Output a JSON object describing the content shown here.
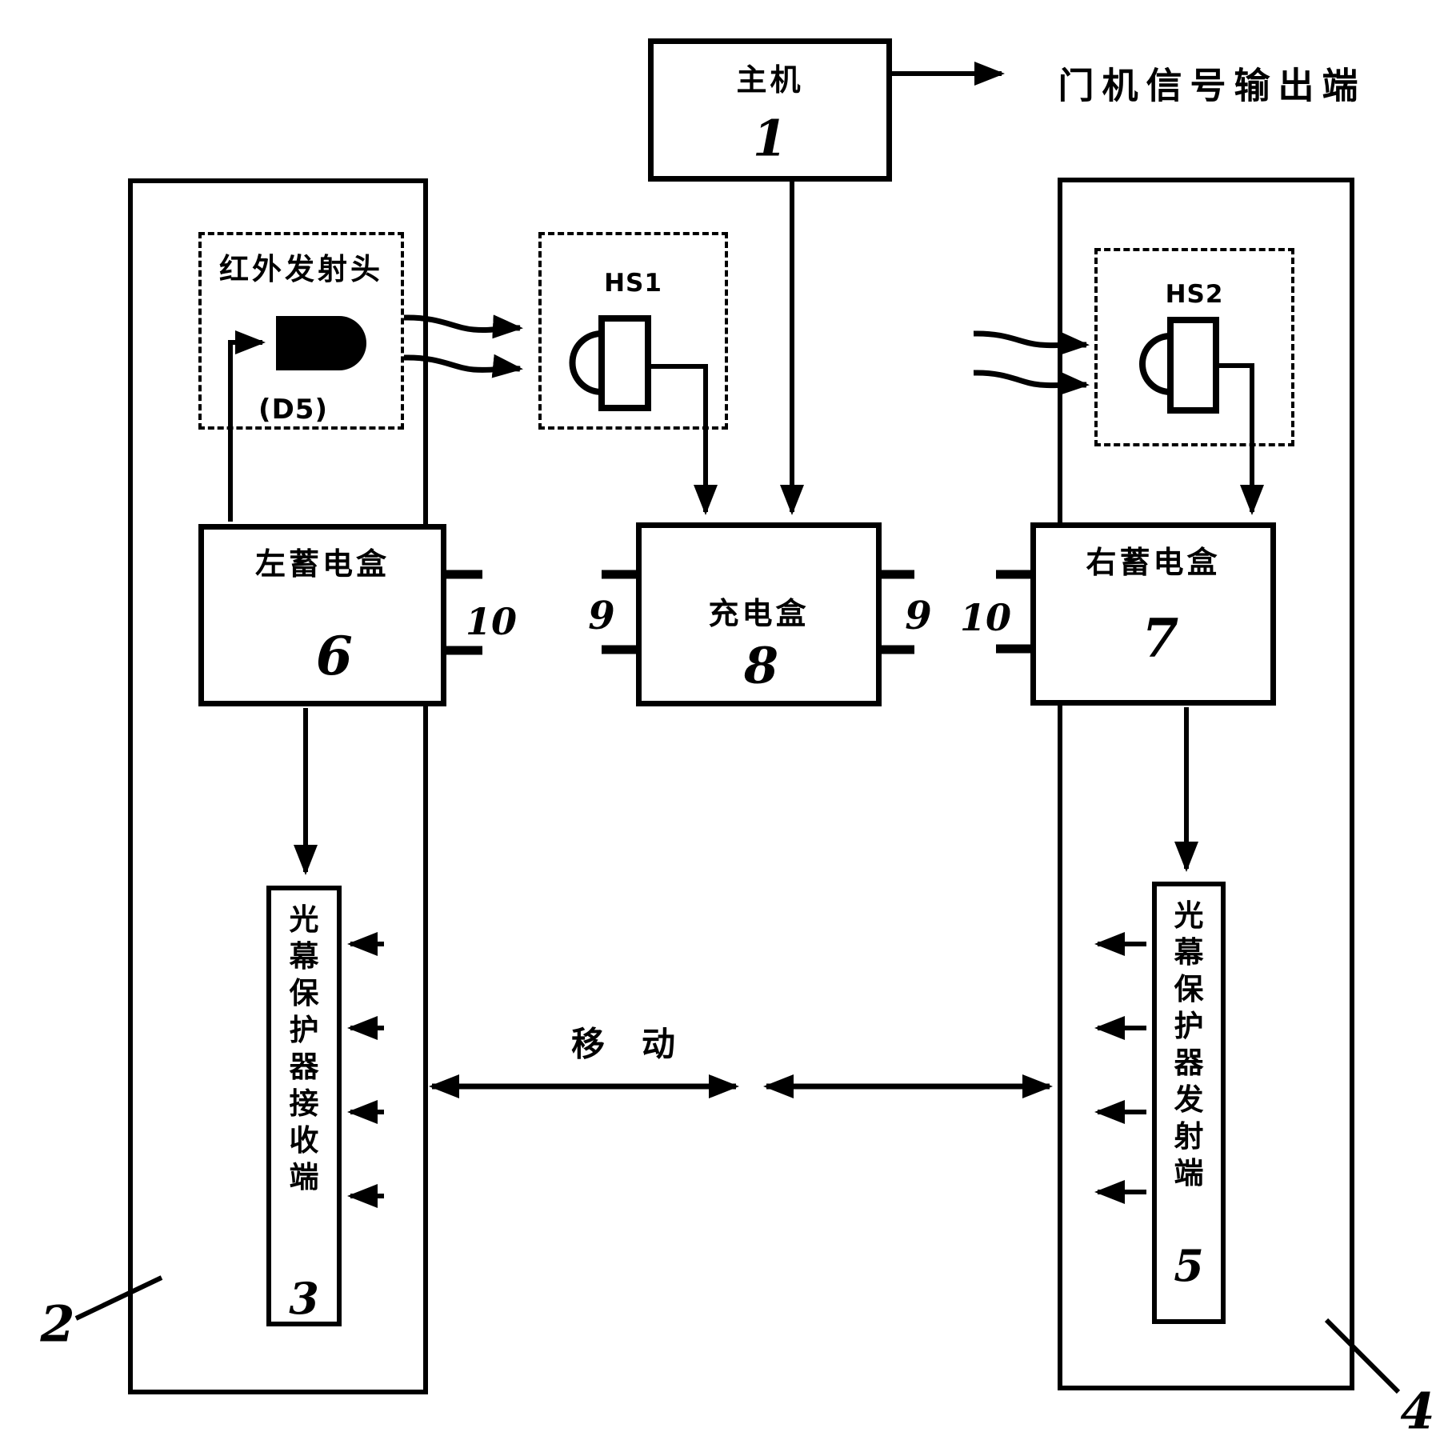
{
  "host": {
    "label": "主机",
    "number": "1"
  },
  "output_terminal_label": "门机信号输出端",
  "ir_emitter": {
    "label": "红外发射头",
    "diode_label": "(D5)"
  },
  "sensors": {
    "hs1": "HS1",
    "hs2": "HS2"
  },
  "left_battery_box": {
    "label": "左蓄电盒",
    "number": "6"
  },
  "charging_box": {
    "label": "充电盒",
    "number": "8"
  },
  "right_battery_box": {
    "label": "右蓄电盒",
    "number": "7"
  },
  "contacts": {
    "left_door_pair": "10",
    "charger_left_pair": "9",
    "charger_right_pair": "9",
    "right_door_pair": "10"
  },
  "receiver_column": {
    "label": "光幕保护器接收端",
    "number": "3"
  },
  "emitter_column": {
    "label": "光幕保护器发射端",
    "number": "5"
  },
  "move_label": "移　动",
  "left_door_number": "2",
  "right_door_number": "4"
}
